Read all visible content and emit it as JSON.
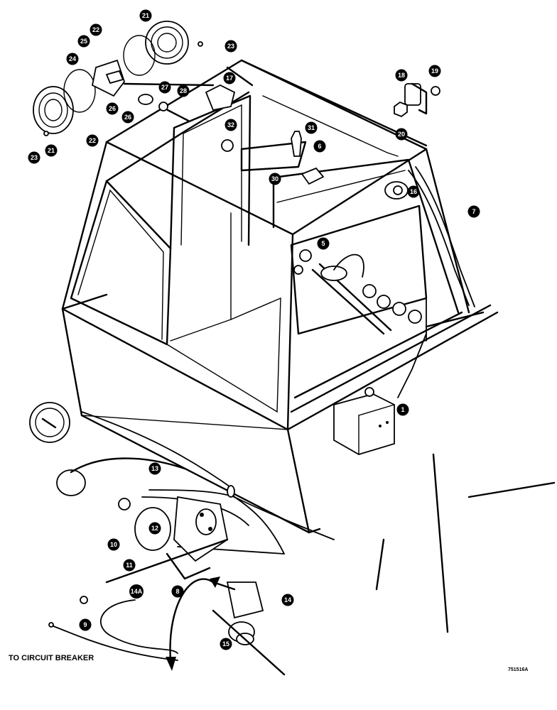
{
  "drawing": {
    "note_text": "TO CIRCUIT BREAKER",
    "drawing_number": "751516A"
  },
  "callouts": [
    {
      "label": "21"
    },
    {
      "label": "22"
    },
    {
      "label": "23"
    },
    {
      "label": "25"
    },
    {
      "label": "24"
    },
    {
      "label": "21"
    },
    {
      "label": "22"
    },
    {
      "label": "23"
    },
    {
      "label": "26"
    },
    {
      "label": "26"
    },
    {
      "label": "27"
    },
    {
      "label": "28"
    },
    {
      "label": "17"
    },
    {
      "label": "32"
    },
    {
      "label": "31"
    },
    {
      "label": "30"
    },
    {
      "label": "6"
    },
    {
      "label": "18"
    },
    {
      "label": "19"
    },
    {
      "label": "20"
    },
    {
      "label": "16"
    },
    {
      "label": "7"
    },
    {
      "label": "5"
    },
    {
      "label": "1"
    },
    {
      "label": "13"
    },
    {
      "label": "12"
    },
    {
      "label": "10"
    },
    {
      "label": "11"
    },
    {
      "label": "8"
    },
    {
      "label": "14A"
    },
    {
      "label": "9"
    },
    {
      "label": "14"
    },
    {
      "label": "15"
    }
  ]
}
